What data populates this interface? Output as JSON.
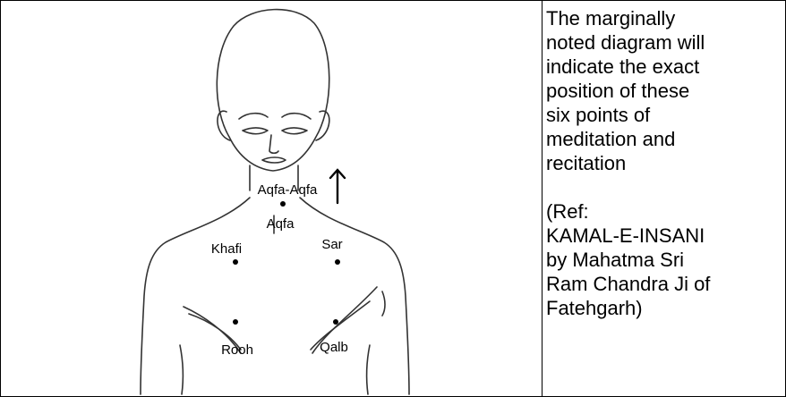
{
  "diagram": {
    "points": [
      {
        "key": "aqfa_aqfa",
        "label": "Aqfa-Aqfa"
      },
      {
        "key": "aqfa",
        "label": "Aqfa"
      },
      {
        "key": "khafi",
        "label": "Khafi"
      },
      {
        "key": "sar",
        "label": "Sar"
      },
      {
        "key": "rooh",
        "label": "Rooh"
      },
      {
        "key": "qalb",
        "label": "Qalb"
      }
    ]
  },
  "caption": {
    "lines": [
      "The marginally",
      "noted diagram will",
      "indicate the exact",
      "position of these",
      "six points of",
      "meditation and",
      "recitation"
    ],
    "reference_lines": [
      "(Ref:",
      "KAMAL-E-INSANI",
      "by Mahatma Sri",
      "Ram Chandra Ji of",
      "Fatehgarh)"
    ]
  }
}
